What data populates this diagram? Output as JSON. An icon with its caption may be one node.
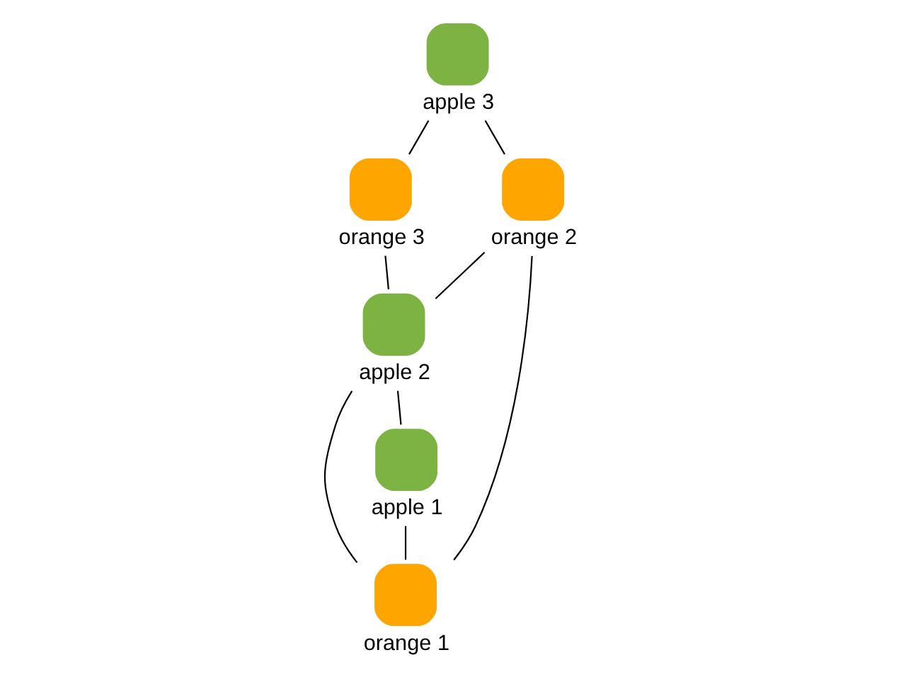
{
  "diagram": {
    "nodes": [
      {
        "text": [
          "apple 3"
        ]
      },
      {
        "text": [
          "orange 3"
        ]
      },
      {
        "text": [
          "orange 2"
        ]
      },
      {
        "text": [
          "apple 2"
        ]
      },
      {
        "text": [
          "orange 1"
        ]
      },
      {
        "text": [
          "apple 1"
        ]
      }
    ],
    "edges": [
      {
        "from": 0,
        "to": 1,
        "arrow": "none"
      },
      {
        "from": 0,
        "to": 2,
        "arrow": "none"
      },
      {
        "from": 1,
        "to": 3,
        "arrow": "none"
      },
      {
        "from": 2,
        "to": 3,
        "arrow": "none"
      },
      {
        "from": 3,
        "to": 4,
        "arrow": "none"
      },
      {
        "from": 2,
        "to": 4,
        "arrow": "none"
      },
      {
        "from": 3,
        "to": 5,
        "arrow": "none"
      },
      {
        "from": 5,
        "to": 4,
        "arrow": "none"
      }
    ]
  }
}
